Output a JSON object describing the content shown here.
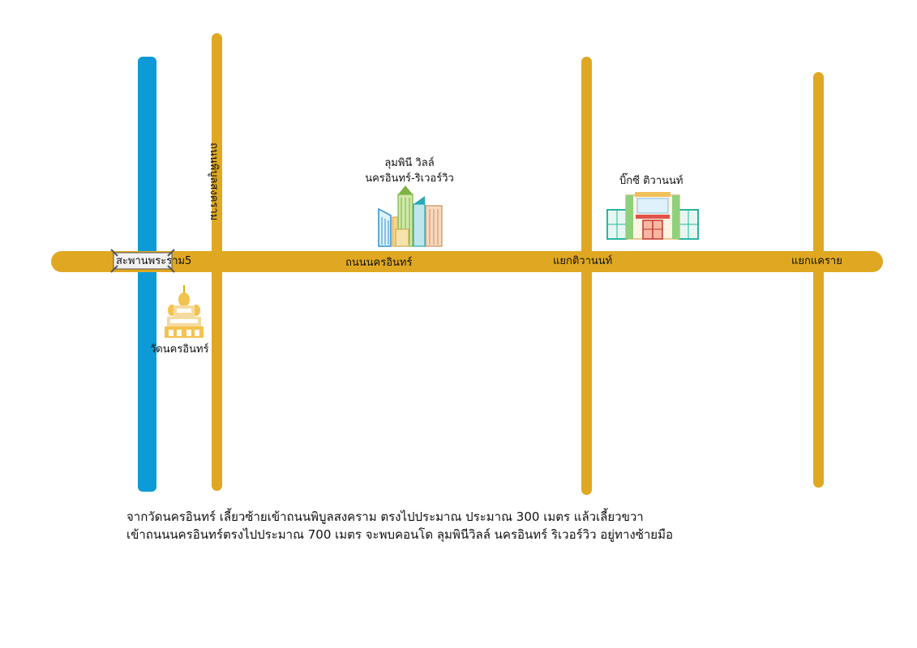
{
  "map": {
    "colors": {
      "road": "#E0A822",
      "river": "#0C9BD6",
      "background": "#FFFFFF"
    },
    "labels": {
      "bridge": "สะพานพระราม5",
      "road_pibul": "ถนนพิบูลสงคราม",
      "road_nakorn": "ถนนนครอินทร์",
      "junction_tiwanon": "แยกติวานนท์",
      "junction_khae_rai": "แยกแคราย",
      "condo_line1": "ลุมพินี วิลล์",
      "condo_line2": "นครอินทร์-ริเวอร์วิว",
      "bigc": "บิ๊กซี ติวานนท์",
      "temple": "วัดนครอินทร์"
    },
    "icons": {
      "condo": "condo-building-icon",
      "mall": "shopping-mall-icon",
      "temple": "temple-icon",
      "bridge": "bridge-icon"
    }
  },
  "directions": {
    "line1": "จากวัดนครอินทร์ เลี้ยวซ้ายเข้าถนนพิบูลสงคราม ตรงไปประมาณ ประมาณ 300 เมตร แล้วเลี้ยวขวา",
    "line2": "เข้าถนนนครอินทร์ตรงไปประมาณ 700 เมตร จะพบคอนโด ลุมพินีวิลล์ นครอินทร์ ริเวอร์วิว อยู่ทางซ้ายมือ"
  }
}
